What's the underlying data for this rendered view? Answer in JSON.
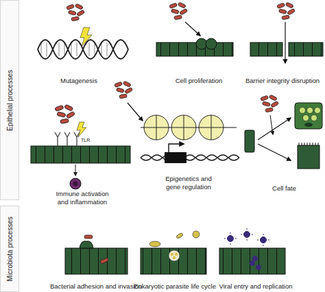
{
  "diagram": {
    "nodes": [
      {
        "text": [
          "Epithelial processes"
        ]
      },
      {
        "text": [
          "Mutagenesis"
        ]
      },
      {
        "text": [
          "Cell proliferation"
        ]
      },
      {
        "text": [
          "Barrier integrity disruption"
        ]
      },
      {
        "text": [
          "Immune activation and inflammation"
        ]
      },
      {
        "text": [
          "Epigenetics and gene regulation"
        ]
      },
      {
        "text": [
          "Cell fate"
        ]
      },
      {
        "text": [
          "Microbiota processes"
        ]
      },
      {
        "text": [
          "Bacterial adhesion and invasion"
        ]
      },
      {
        "text": [
          "Eukaryotic parasite life cycle"
        ]
      },
      {
        "text": [
          "Viral entry and replication"
        ]
      }
    ],
    "labels": [
      "TLR"
    ]
  }
}
